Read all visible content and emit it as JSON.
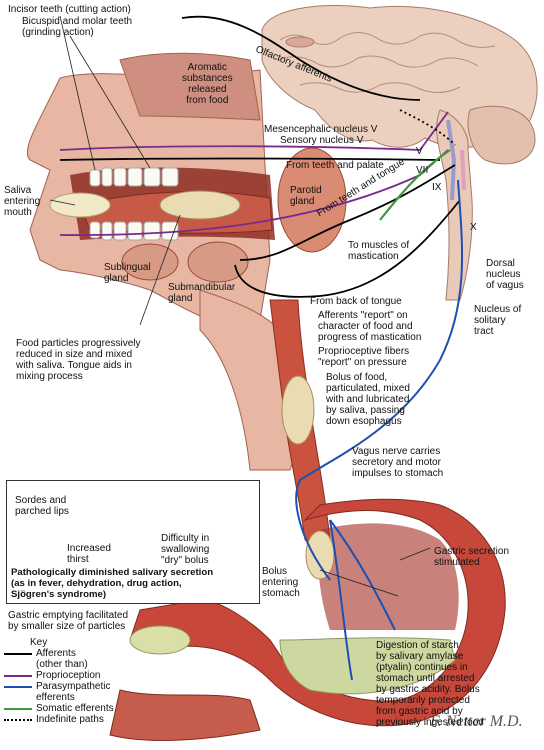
{
  "labels": {
    "incisor": "Incisor teeth (cutting action)",
    "bicuspid": "Bicuspid and molar teeth\n(grinding action)",
    "olfactory": "Olfactory afferents",
    "aromatic": "Aromatic\nsubstances\nreleased\nfrom food",
    "mesencephalic": "Mesencephalic nucleus V",
    "sensory": "Sensory nucleus V",
    "teeth_palate": "From teeth and palate",
    "saliva": "Saliva\nentering\nmouth",
    "parotid": "Parotid\ngland",
    "teeth_tongue": "From teeth and tongue",
    "v": "V",
    "vii": "VII",
    "ix": "IX",
    "x": "X",
    "muscles": "To muscles of\nmastication",
    "dorsal": "Dorsal\nnucleus\nof vagus",
    "solitary": "Nucleus of\nsolitary\ntract",
    "sublingual": "Sublingual\ngland",
    "submandibular": "Submandibular\ngland",
    "back_tongue": "From back of tongue",
    "afferents_report": "Afferents \"report\" on\ncharacter of food and\nprogress of mastication",
    "proprioceptive": "Proprioceptive fibers\n\"report\" on pressure",
    "food_particles": "Food particles progressively\nreduced in size and mixed\nwith saliva. Tongue aids in\nmixing process",
    "bolus_food": "Bolus of food,\nparticulated, mixed\nwith and lubricated\nby saliva, passing\ndown esophagus",
    "vagus": "Vagus nerve carries\nsecretory and motor\nimpulses to stomach",
    "gastric_secretion": "Gastric secretion\nstimulated",
    "bolus_entering": "Bolus\nentering\nstomach",
    "gastric_emptying": "Gastric emptying facilitated\nby smaller size of particles",
    "digestion": "Digestion of starch\nby salivary amylase\n(ptyalin) continues in\nstomach until arrested\nby gastric acidity. Bolus\ntemporarily protected\nfrom gastric acid by\npreviously ingested food"
  },
  "inset": {
    "sordes": "Sordes and\nparched lips",
    "thirst": "Increased\nthirst",
    "difficulty": "Difficulty in\nswallowing\n\"dry\" bolus",
    "caption": "Pathologically diminished salivary secretion\n(as in fever, dehydration, drug action,\nSjögren's syndrome)"
  },
  "key": {
    "title": "Key",
    "items": [
      {
        "label": "Afferents\n(other than)",
        "color": "#000000",
        "style": "solid"
      },
      {
        "label": "Proprioception",
        "color": "#7a2a8c",
        "style": "solid"
      },
      {
        "label": "Parasympathetic\nefferents",
        "color": "#1f4fb0",
        "style": "solid"
      },
      {
        "label": "Somatic efferents",
        "color": "#3f9a3a",
        "style": "solid"
      },
      {
        "label": "Indefinite paths",
        "color": "#000000",
        "style": "dotted"
      }
    ]
  },
  "signature": "F. Netter M.D.",
  "colors": {
    "flesh": "#e7b7a4",
    "muscle": "#b8432f",
    "brain": "#ecd0bf",
    "afferent": "#000000",
    "proprio": "#7a2a8c",
    "parasym": "#1f4fb0",
    "somatic": "#3f9a3a"
  }
}
